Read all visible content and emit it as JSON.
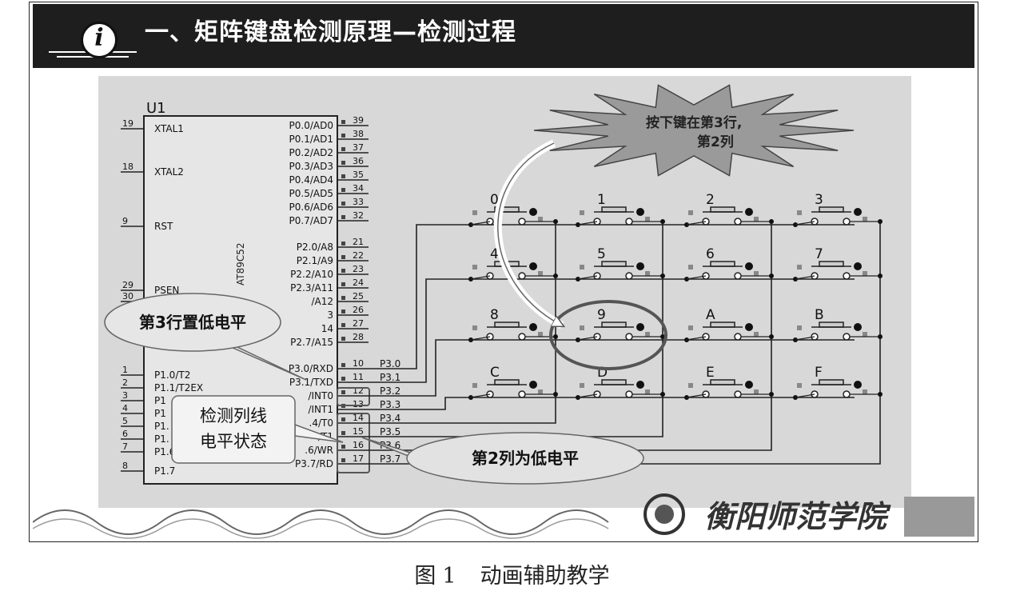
{
  "slide": {
    "title": "一、矩阵键盘检测原理—检测过程",
    "icon": "info-icon",
    "footer_logo_text": "衡阳师范学院"
  },
  "chip": {
    "designator": "U1",
    "part": "AT89C52",
    "left_pins": [
      {
        "num": "19",
        "name": "XTAL1"
      },
      {
        "num": "18",
        "name": "XTAL2"
      },
      {
        "num": "9",
        "name": "RST"
      },
      {
        "num": "29",
        "name": "PSEN"
      },
      {
        "num": "30",
        "name": ""
      },
      {
        "num": "1",
        "name": "P1.0/T2"
      },
      {
        "num": "2",
        "name": "P1.1/T2EX"
      },
      {
        "num": "3",
        "name": "P1"
      },
      {
        "num": "4",
        "name": "P1"
      },
      {
        "num": "5",
        "name": "P1."
      },
      {
        "num": "6",
        "name": "P1."
      },
      {
        "num": "7",
        "name": "P1.6"
      },
      {
        "num": "8",
        "name": "P1.7"
      }
    ],
    "right_pins": [
      {
        "num": "39",
        "name": "P0.0/AD0"
      },
      {
        "num": "38",
        "name": "P0.1/AD1"
      },
      {
        "num": "37",
        "name": "P0.2/AD2"
      },
      {
        "num": "36",
        "name": "P0.3/AD3"
      },
      {
        "num": "35",
        "name": "P0.4/AD4"
      },
      {
        "num": "34",
        "name": "P0.5/AD5"
      },
      {
        "num": "33",
        "name": "P0.6/AD6"
      },
      {
        "num": "32",
        "name": "P0.7/AD7"
      },
      {
        "num": "21",
        "name": "P2.0/A8"
      },
      {
        "num": "22",
        "name": "P2.1/A9"
      },
      {
        "num": "23",
        "name": "P2.2/A10"
      },
      {
        "num": "24",
        "name": "P2.3/A11"
      },
      {
        "num": "25",
        "name": "/A12"
      },
      {
        "num": "26",
        "name": "3"
      },
      {
        "num": "27",
        "name": "14"
      },
      {
        "num": "28",
        "name": "P2.7/A15"
      },
      {
        "num": "10",
        "name": "P3.0/RXD"
      },
      {
        "num": "11",
        "name": "P3.1/TXD"
      },
      {
        "num": "12",
        "name": "/INT0"
      },
      {
        "num": "13",
        "name": "/INT1"
      },
      {
        "num": "14",
        "name": ".4/T0"
      },
      {
        "num": "15",
        "name": "/T1"
      },
      {
        "num": "16",
        "name": ".6/WR"
      },
      {
        "num": "17",
        "name": "P3.7/RD"
      }
    ]
  },
  "nets": [
    "P3.0",
    "P3.1",
    "P3.2",
    "P3.3",
    "P3.4",
    "P3.5",
    "P3.6",
    "P3.7"
  ],
  "keys": [
    "0",
    "1",
    "2",
    "3",
    "4",
    "5",
    "6",
    "7",
    "8",
    "9",
    "A",
    "B",
    "C",
    "D",
    "E",
    "F"
  ],
  "callouts": {
    "burst_line1": "按下键在第3行,",
    "burst_line2": "第2列",
    "row_low": "第3行置低电平",
    "detect_line1": "检测列线",
    "detect_line2": "电平状态",
    "col_low": "第2列为低电平"
  },
  "caption": {
    "label": "图",
    "number": "1",
    "text": "动画辅助教学"
  }
}
